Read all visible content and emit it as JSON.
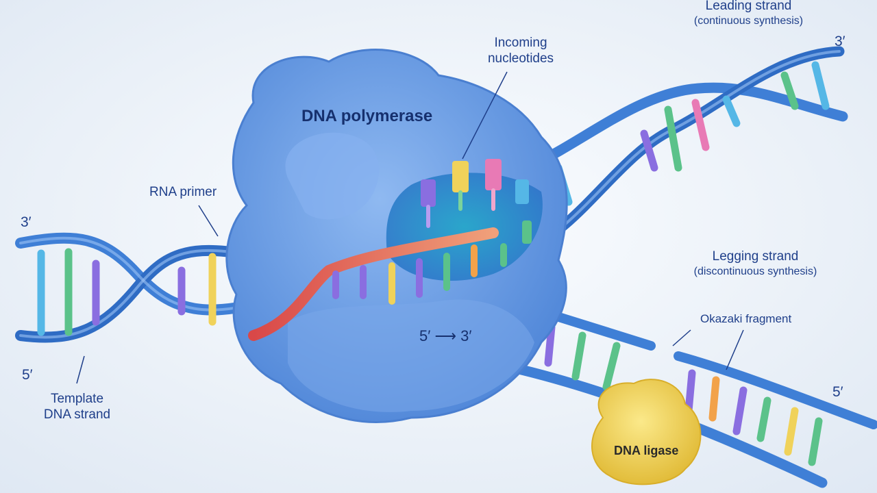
{
  "labels": {
    "leading_strand": "Leading strand",
    "leading_sub": "(continuous synthesis)",
    "incoming_nucleotides_1": "Incoming",
    "incoming_nucleotides_2": "nucleotides",
    "dna_polymerase": "DNA polymerase",
    "rna_primer": "RNA primer",
    "lagging_strand": "Legging strand",
    "lagging_sub": "(discontinuous synthesis)",
    "okazaki_fragment": "Okazaki fragment",
    "direction": "5′ ⟶ 3′",
    "template_1": "Template",
    "template_2": "DNA strand",
    "dna_ligase": "DNA ligase",
    "end_left_top": "3′",
    "end_left_bottom": "5′",
    "end_right_top": "3′",
    "end_right_bottom": "5′"
  },
  "colors": {
    "background": "#eef3f9",
    "dna_backbone": "#3f7fd6",
    "polymerase": "#6fa0e6",
    "primer": "#e05a5a",
    "ligase": "#f1d04a",
    "label_text": "#1f3f8a",
    "bases": [
      "#8a6ee0",
      "#f0d25a",
      "#e87ab5",
      "#5bc28a",
      "#55b7e6",
      "#f2a24a"
    ]
  }
}
